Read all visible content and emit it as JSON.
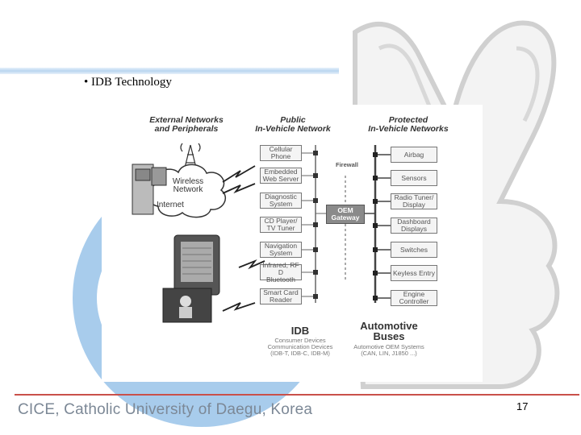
{
  "slide": {
    "bullet_mark": "•",
    "bullet_text": "IDB Technology",
    "footer": "CICE, Catholic University of Daegu, Korea",
    "page_number": "17"
  },
  "diagram": {
    "headers": {
      "external": [
        "External Networks",
        "and Peripherals"
      ],
      "public": [
        "Public",
        "In-Vehicle Network"
      ],
      "protected": [
        "Protected",
        "In-Vehicle Networks"
      ]
    },
    "cloud": [
      "Wireless",
      "Network",
      "Internet"
    ],
    "firewall_label": "Firewall",
    "gateway": [
      "OEM",
      "Gateway"
    ],
    "public_boxes": [
      [
        "Cellular",
        "Phone"
      ],
      [
        "Embedded",
        "Web Server"
      ],
      [
        "Diagnostic",
        "System"
      ],
      [
        "CD Player/",
        "TV Tuner"
      ],
      [
        "Navigation",
        "System"
      ],
      [
        "Infrared, RF D",
        "Bluetooth"
      ],
      [
        "Smart Card",
        "Reader"
      ]
    ],
    "protected_boxes": [
      [
        "Airbag"
      ],
      [
        "Sensors"
      ],
      [
        "Radio Tuner/",
        "Display"
      ],
      [
        "Dashboard",
        "Displays"
      ],
      [
        "Switches"
      ],
      [
        "Keyless Entry"
      ],
      [
        "Engine",
        "Controller"
      ]
    ],
    "idb": {
      "title": "IDB",
      "lines": [
        "Consumer Devices",
        "Communication Devices",
        "(IDB-T, IDB-C, IDB-M)"
      ]
    },
    "buses": {
      "title": [
        "Automotive",
        "Buses"
      ],
      "lines": [
        "Automotive OEM Systems",
        "(CAN, LIN, J1850 ...)"
      ]
    }
  }
}
